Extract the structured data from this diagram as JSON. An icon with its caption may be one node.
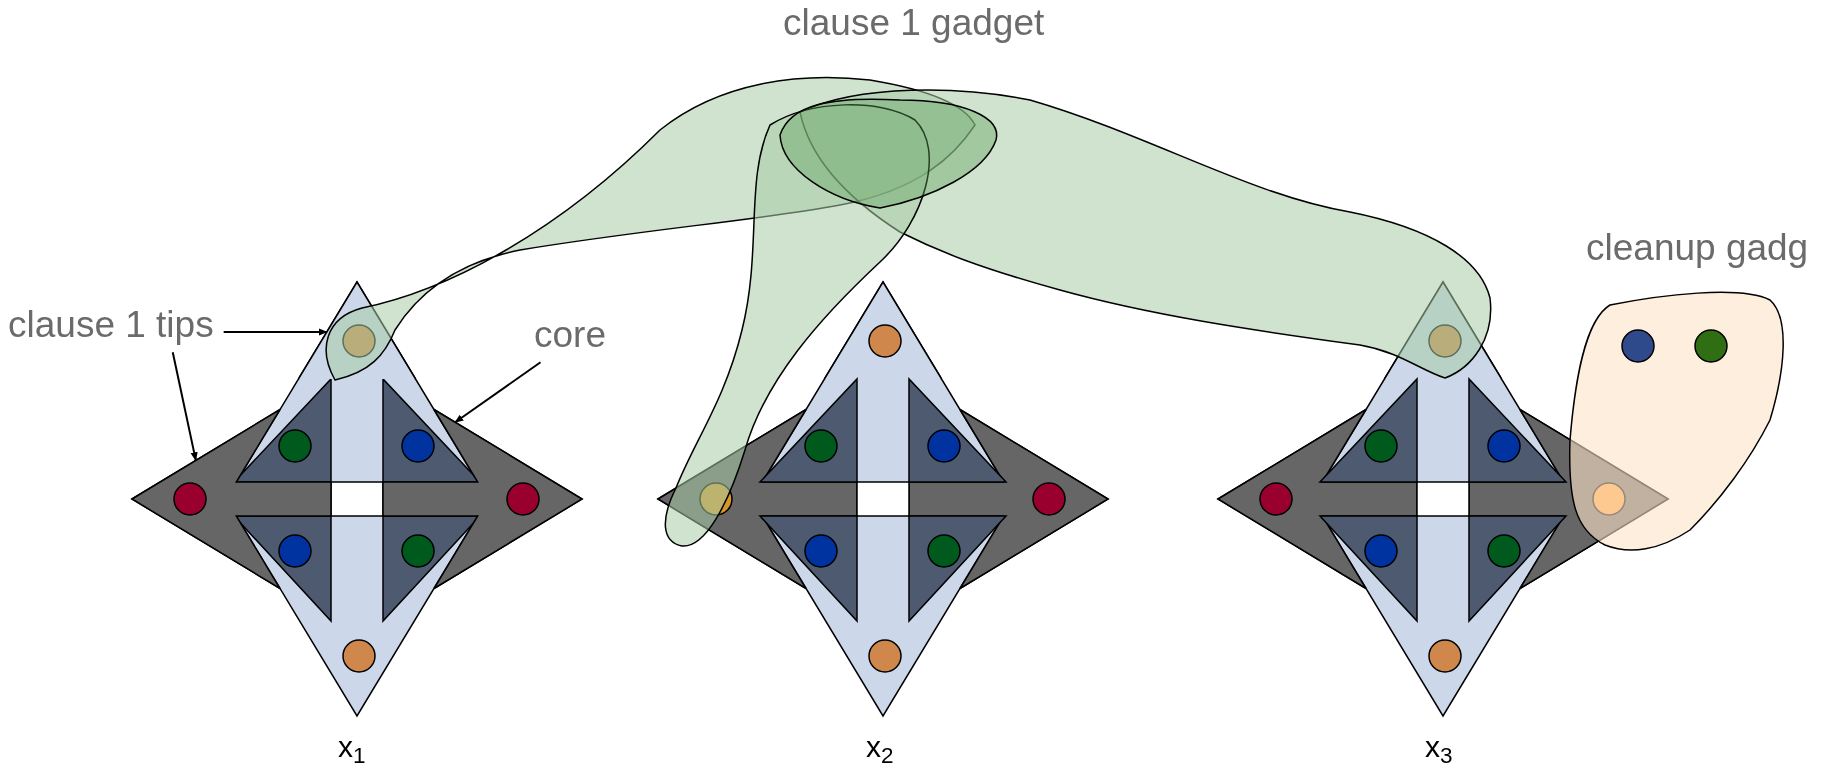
{
  "diagram": {
    "nodes": [
      {
        "text": [
          "clause 1 tips"
        ]
      },
      {
        "text": [
          "core"
        ]
      },
      {
        "text": [],
        "shape": "triangle"
      },
      {
        "text": [],
        "shape": "triangle"
      },
      {
        "text": [],
        "shape": "triangle"
      }
    ],
    "edges": [
      {
        "from": 0,
        "to": 2,
        "arrow": "to"
      },
      {
        "from": 0,
        "to": 3,
        "arrow": "to"
      },
      {
        "from": 1,
        "to": 4,
        "arrow": "to"
      }
    ],
    "labels": [
      "clause 1 gadget",
      "cleanup gadg",
      "x$_{1}$",
      "x$_{2}$",
      "x$_{3}$"
    ]
  }
}
